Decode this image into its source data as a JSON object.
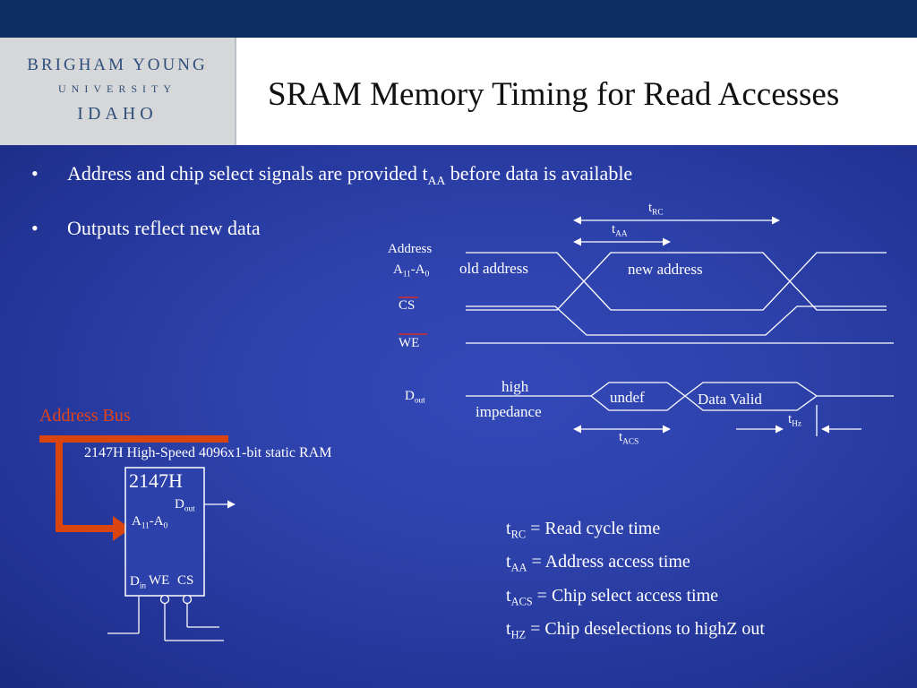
{
  "logo": {
    "line1": "BRIGHAM YOUNG",
    "line2": "UNIVERSITY",
    "line3": "IDAHO"
  },
  "title": "SRAM Memory Timing for Read Accesses",
  "bullets": {
    "b1_pre": "Address and chip select signals are provided t",
    "b1_sub": "AA",
    "b1_post": " before data is available",
    "b2": "Outputs reflect new data"
  },
  "timing": {
    "address_label": "Address",
    "a_pre": "A",
    "a_sub1": "11",
    "a_mid": "-A",
    "a_sub2": "0",
    "cs_label": "CS",
    "we_label": "WE",
    "dout_pre": "D",
    "dout_sub": "out",
    "old_address": "old address",
    "new_address": "new address",
    "high": "high",
    "impedance": "impedance",
    "undef": "undef",
    "data_valid": "Data Valid",
    "t": "t",
    "trc_sub": "RC",
    "taa_sub": "AA",
    "tacs_sub": "ACS",
    "thz_sub": "Hz"
  },
  "chip": {
    "bus_label": "Address Bus",
    "caption": "2147H High-Speed 4096x1-bit static RAM",
    "name": "2147H",
    "dout_pre": "D",
    "dout_sub": "out",
    "a_pre": "A",
    "a_sub1": "11",
    "a_mid": "-A",
    "a_sub2": "0",
    "din_pre": "D",
    "din_sub": "in",
    "we": "WE",
    "cs": "CS"
  },
  "definitions": [
    {
      "pre": "t",
      "sub": "RC",
      "text": " = Read cycle time"
    },
    {
      "pre": "t",
      "sub": "AA",
      "text": " = Address access time"
    },
    {
      "pre": "t",
      "sub": "ACS",
      "text": " = Chip select access time"
    },
    {
      "pre": "t",
      "sub": "HZ",
      "text": " = Chip deselections to highZ out"
    }
  ],
  "colors": {
    "topbar": "#0d2e63",
    "background": "#2d41aa",
    "bus": "#d9440f",
    "bus_label": "#e0441a",
    "bar_line": "#d42a2a"
  }
}
